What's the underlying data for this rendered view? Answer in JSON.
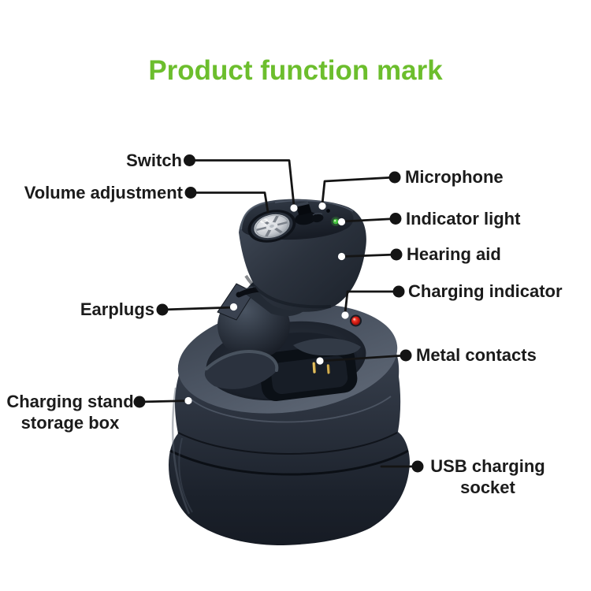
{
  "title": "Product function mark",
  "colors": {
    "title_green": "#6cbe2d",
    "label_text": "#1b1b1b",
    "callout_line": "#141414",
    "product_dark": "#2b323d",
    "charging_led_red": "#d41b12",
    "indicator_led_green": "#43c13c",
    "metal_contact_gold": "#caa23f",
    "background": "#ffffff"
  },
  "labels": {
    "switch": "Switch",
    "volume_adjustment": "Volume adjustment",
    "microphone": "Microphone",
    "indicator_light": "Indicator light",
    "hearing_aid": "Hearing aid",
    "charging_indicator": "Charging indicator",
    "earplugs": "Earplugs",
    "charging_stand_line1": "Charging stand",
    "charging_stand_line2": "storage box",
    "metal_contacts": "Metal contacts",
    "usb_line1": "USB charging",
    "usb_line2": "socket"
  }
}
